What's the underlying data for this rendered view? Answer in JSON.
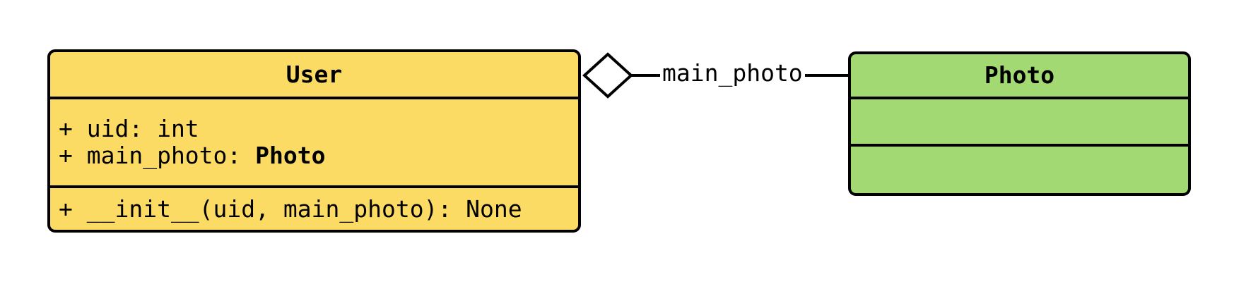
{
  "diagram": {
    "type": "uml-class-diagram",
    "classes": [
      {
        "name": "User",
        "fill": "#FCDB65",
        "attributes": [
          {
            "text": "+ uid: int",
            "bold_suffix": ""
          },
          {
            "text": "+ main_photo: ",
            "bold_suffix": "Photo"
          }
        ],
        "methods": [
          {
            "text": "+ __init__(uid, main_photo): None"
          }
        ]
      },
      {
        "name": "Photo",
        "fill": "#A2D973",
        "attributes": [],
        "methods": []
      }
    ],
    "relationship": {
      "from": "User",
      "to": "Photo",
      "label": "main_photo",
      "marker": "hollow-diamond-aggregation"
    },
    "colors": {
      "user_fill": "#FCDB65",
      "photo_fill": "#A2D973",
      "line": "#000000",
      "background": "#FFFFFF"
    }
  }
}
